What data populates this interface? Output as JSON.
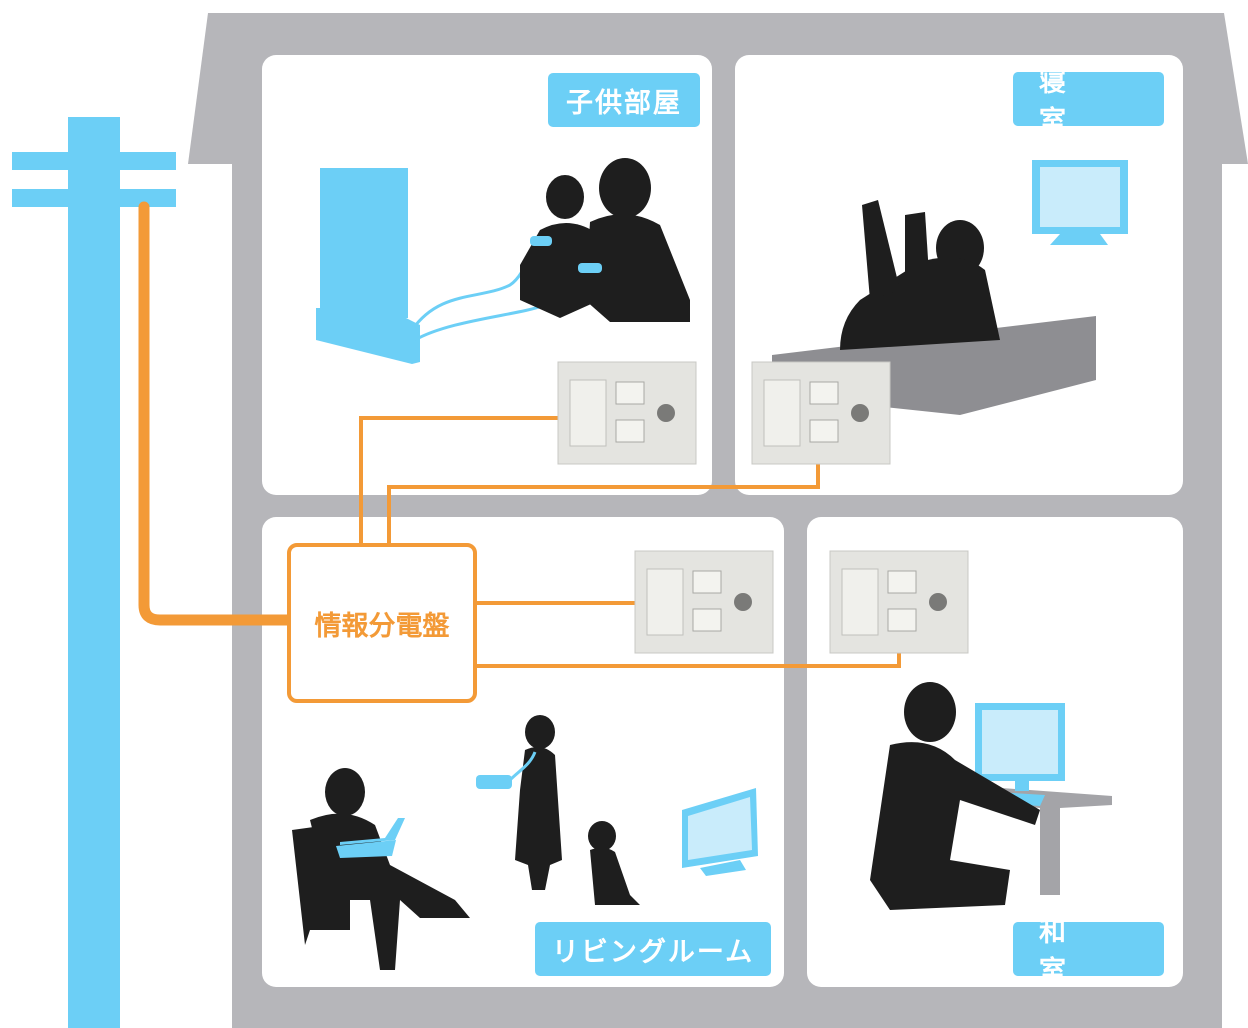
{
  "colors": {
    "house": "#b6b6ba",
    "room_bg": "#ffffff",
    "accent_blue": "#6ccff6",
    "cable_orange": "#f39a37",
    "silhouette": "#1e1e1e"
  },
  "rooms": {
    "kids_room": "子供部屋",
    "bedroom": "寝　室",
    "living_room": "リビングルーム",
    "japanese_room": "和　室"
  },
  "distribution_panel": {
    "label": "情報分電盤"
  },
  "icons": [
    "utility-pole-icon",
    "game-console-icon",
    "television-icon",
    "laptop-icon",
    "telephone-icon",
    "computer-monitor-icon",
    "wall-outlet-icon",
    "person-silhouette-icon",
    "bed-icon",
    "desk-icon"
  ]
}
